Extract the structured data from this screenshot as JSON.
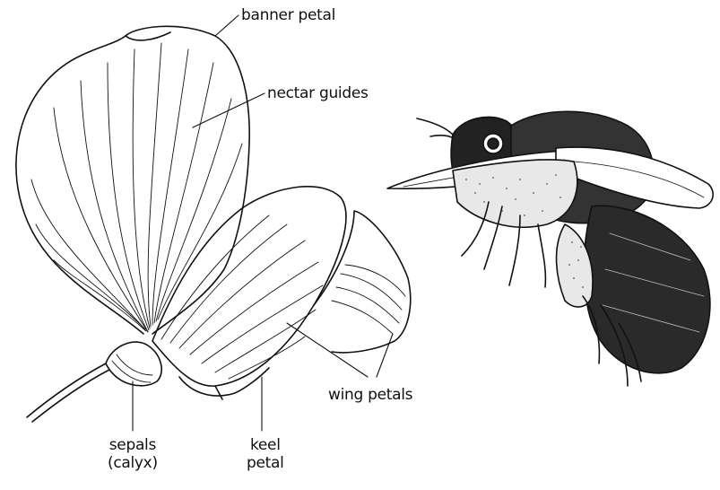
{
  "labels": {
    "banner_petal": "banner petal",
    "nectar_guides": "nectar guides",
    "wing_petals": "wing petals",
    "keel_line1": "keel",
    "keel_line2": "petal",
    "sepals_line1": "sepals",
    "sepals_line2": "(calyx)"
  },
  "colors": {
    "ink": "#111111",
    "background": "#ffffff",
    "stipple": "#555555"
  }
}
